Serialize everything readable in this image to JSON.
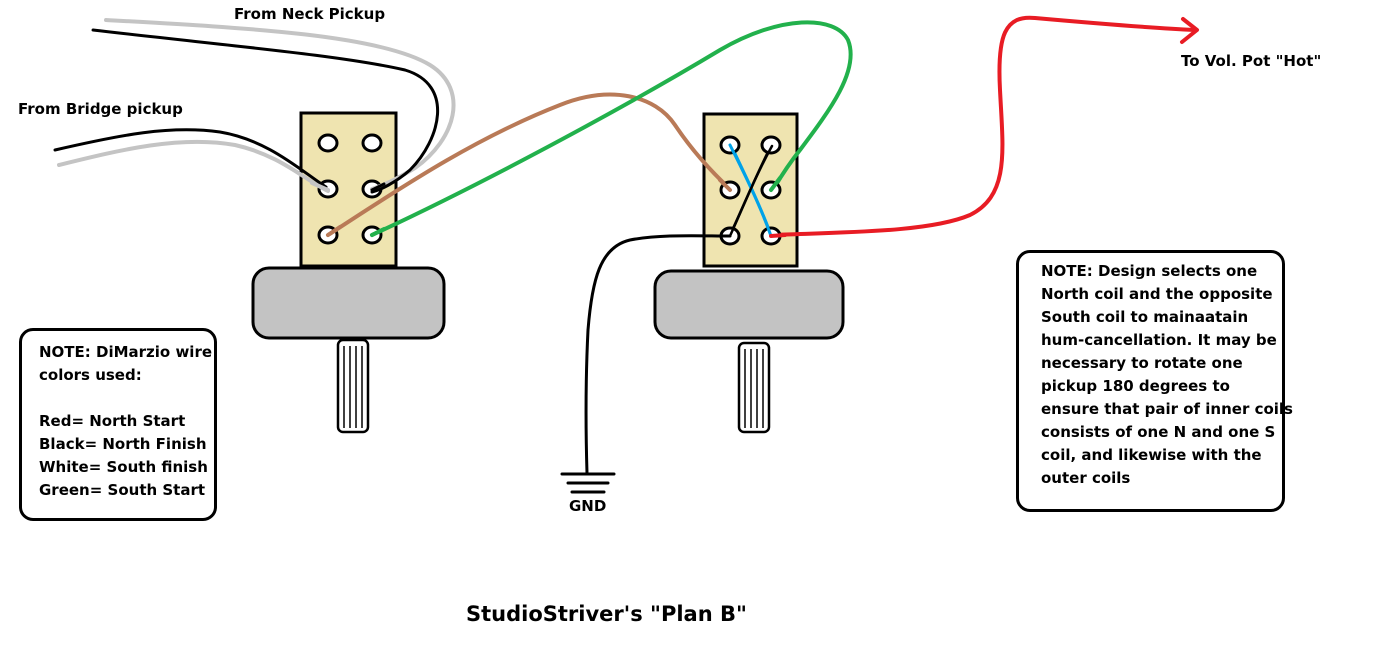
{
  "labels": {
    "neck_pickup": "From Neck Pickup",
    "bridge_pickup": "From Bridge pickup",
    "vol_pot": "To Vol. Pot \"Hot\"",
    "gnd": "GND",
    "title": "StudioStriver's \"Plan B\""
  },
  "note_left": {
    "lines": [
      "NOTE:  DiMarzio wire",
      "colors used:",
      "",
      "Red= North Start",
      "Black= North Finish",
      "White= South finish",
      "Green= South Start"
    ]
  },
  "note_right": {
    "lines": [
      "NOTE:  Design selects one",
      "North coil and the opposite",
      "South coil to mainaatain",
      "hum-cancellation.  It may be",
      "necessary to rotate one",
      "pickup 180 degrees to",
      "ensure that pair of inner coils",
      "consists of one N and one S",
      "coil, and likewise with the",
      "outer coils"
    ]
  },
  "colors": {
    "red": "#e81c24",
    "black": "#000000",
    "white_wire": "#c4c4c4",
    "green": "#22b14c",
    "brown": "#b97a57",
    "blue": "#00a2e8",
    "switch_body": "#efe4b0",
    "switch_base": "#c3c3c3"
  }
}
